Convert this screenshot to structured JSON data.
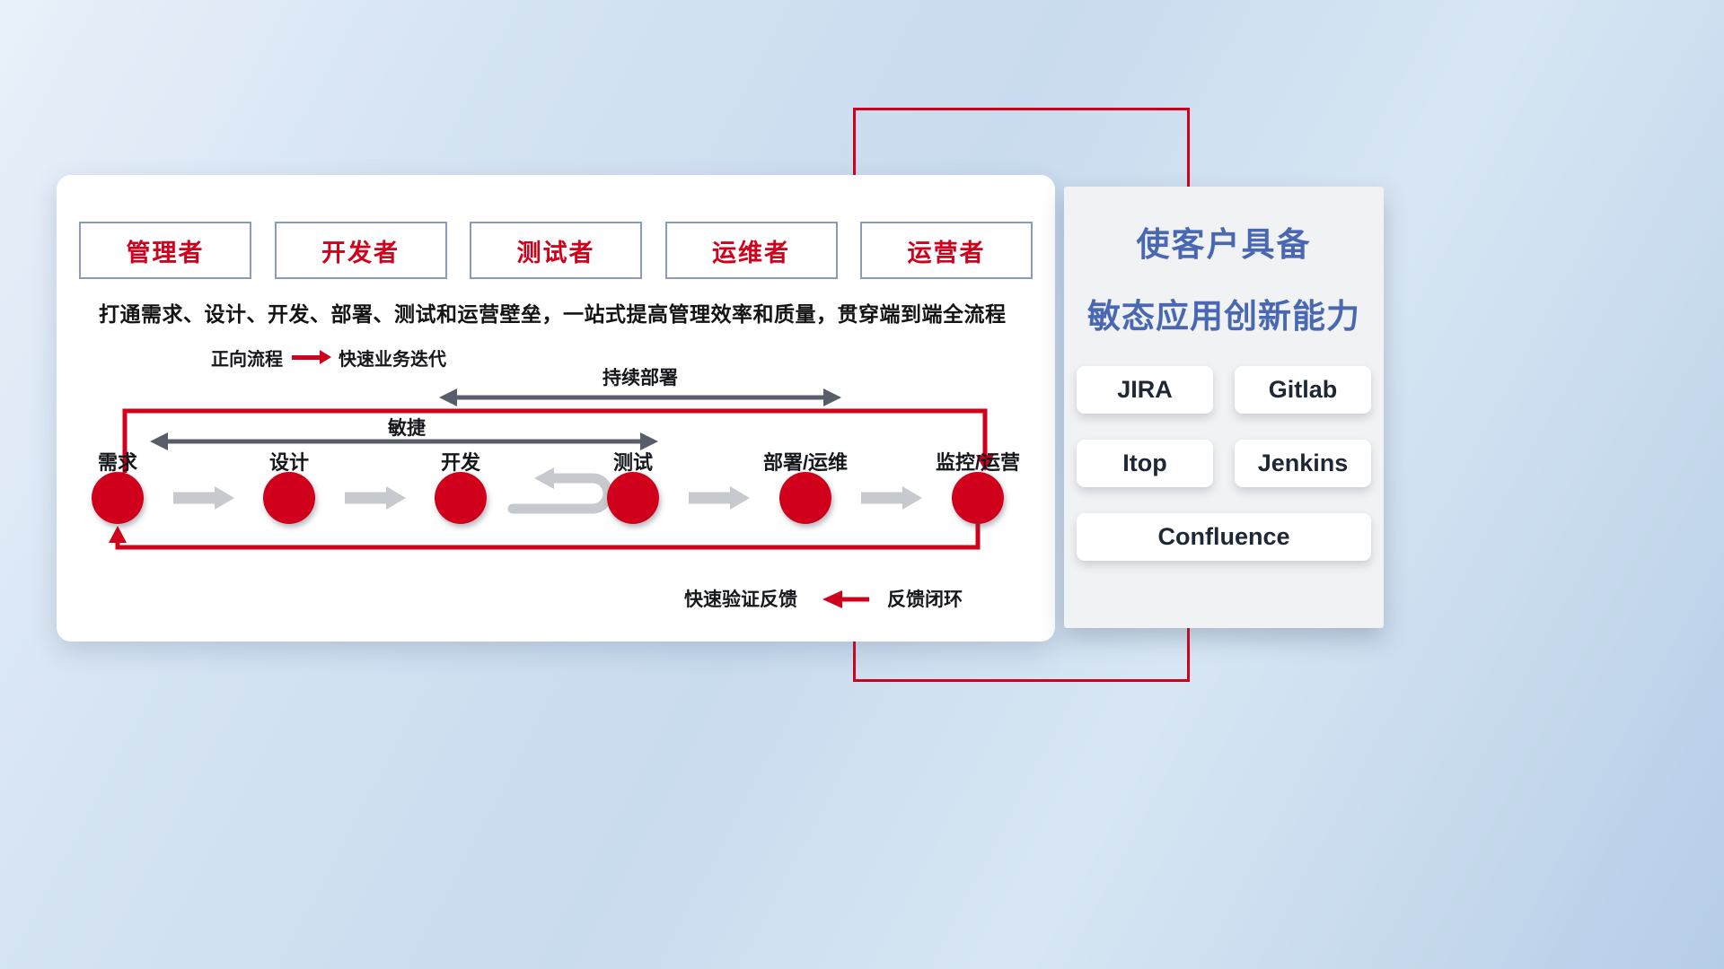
{
  "colors": {
    "red": "#d0021b",
    "blue": "#4a68b2",
    "dark": "#575e69",
    "gray": "#c6c9cd"
  },
  "roles": [
    "管理者",
    "开发者",
    "测试者",
    "运维者",
    "运营者"
  ],
  "subtitle": "打通需求、设计、开发、部署、测试和运营壁垒，一站式提高管理效率和质量，贯穿端到端全流程",
  "legend_forward": {
    "label": "正向流程",
    "desc": "快速业务迭代"
  },
  "legend_feedback": {
    "label": "快速验证反馈",
    "desc": "反馈闭环"
  },
  "flow": {
    "cd_label": "持续部署",
    "agile_label": "敏捷",
    "nodes": [
      "需求",
      "设计",
      "开发",
      "测试",
      "部署/运维",
      "监控/运营"
    ]
  },
  "panel": {
    "title_line1": "使客户具备",
    "title_line2": "敏态应用创新能力",
    "tools": [
      "JIRA",
      "Gitlab",
      "Itop",
      "Jenkins",
      "Confluence"
    ]
  }
}
